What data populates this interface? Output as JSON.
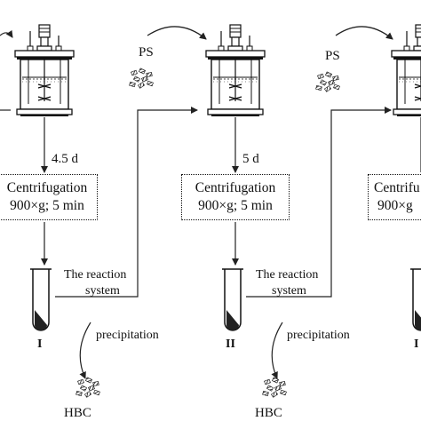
{
  "inputs": {
    "ps_label": "PS"
  },
  "stages": [
    {
      "time": "4.5 d",
      "centrifugation_title": "Centrifugation",
      "centrifugation_params": "900×g; 5 min",
      "tube_label": "I",
      "precipitation": "precipitation",
      "product": "HBC"
    },
    {
      "time": "5 d",
      "centrifugation_title": "Centrifugation",
      "centrifugation_params": "900×g; 5 min",
      "tube_label": "II",
      "precipitation": "precipitation",
      "product": "HBC"
    },
    {
      "centrifugation_title": "Centrifu",
      "centrifugation_params": "900×g",
      "tube_label": "I"
    }
  ],
  "connector_label": [
    "The reaction",
    "system"
  ],
  "ps_labels": [
    "PS",
    "PS"
  ]
}
